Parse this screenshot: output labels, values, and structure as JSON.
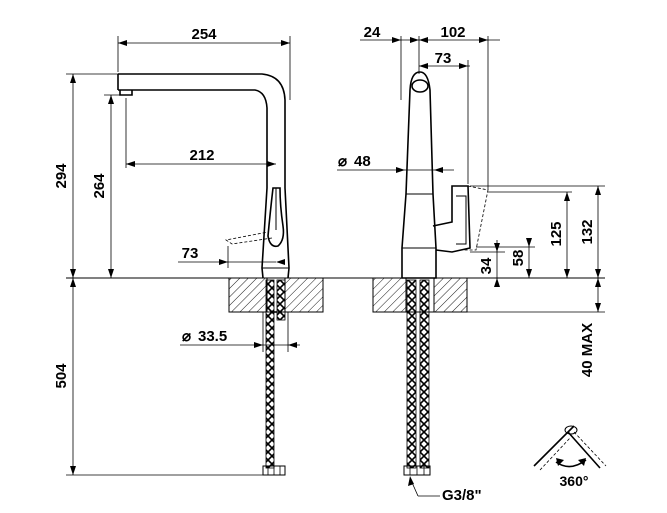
{
  "dimensions": {
    "width_254": "254",
    "height_294": "294",
    "height_264": "264",
    "reach_212": "212",
    "handle_73": "73",
    "dia_33_5": "33.5",
    "below_504": "504",
    "side_24": "24",
    "side_102": "102",
    "side_73": "73",
    "dia_48": "48",
    "h_125": "125",
    "h_132": "132",
    "h_58": "58",
    "h_34": "34",
    "max_40": "40 MAX",
    "thread": "G3/8\"",
    "rotation": "360°"
  },
  "symbols": {
    "diameter": "⌀"
  },
  "colors": {
    "line": "#000000",
    "hatch_fill": "#ffffff",
    "background": "#ffffff"
  }
}
